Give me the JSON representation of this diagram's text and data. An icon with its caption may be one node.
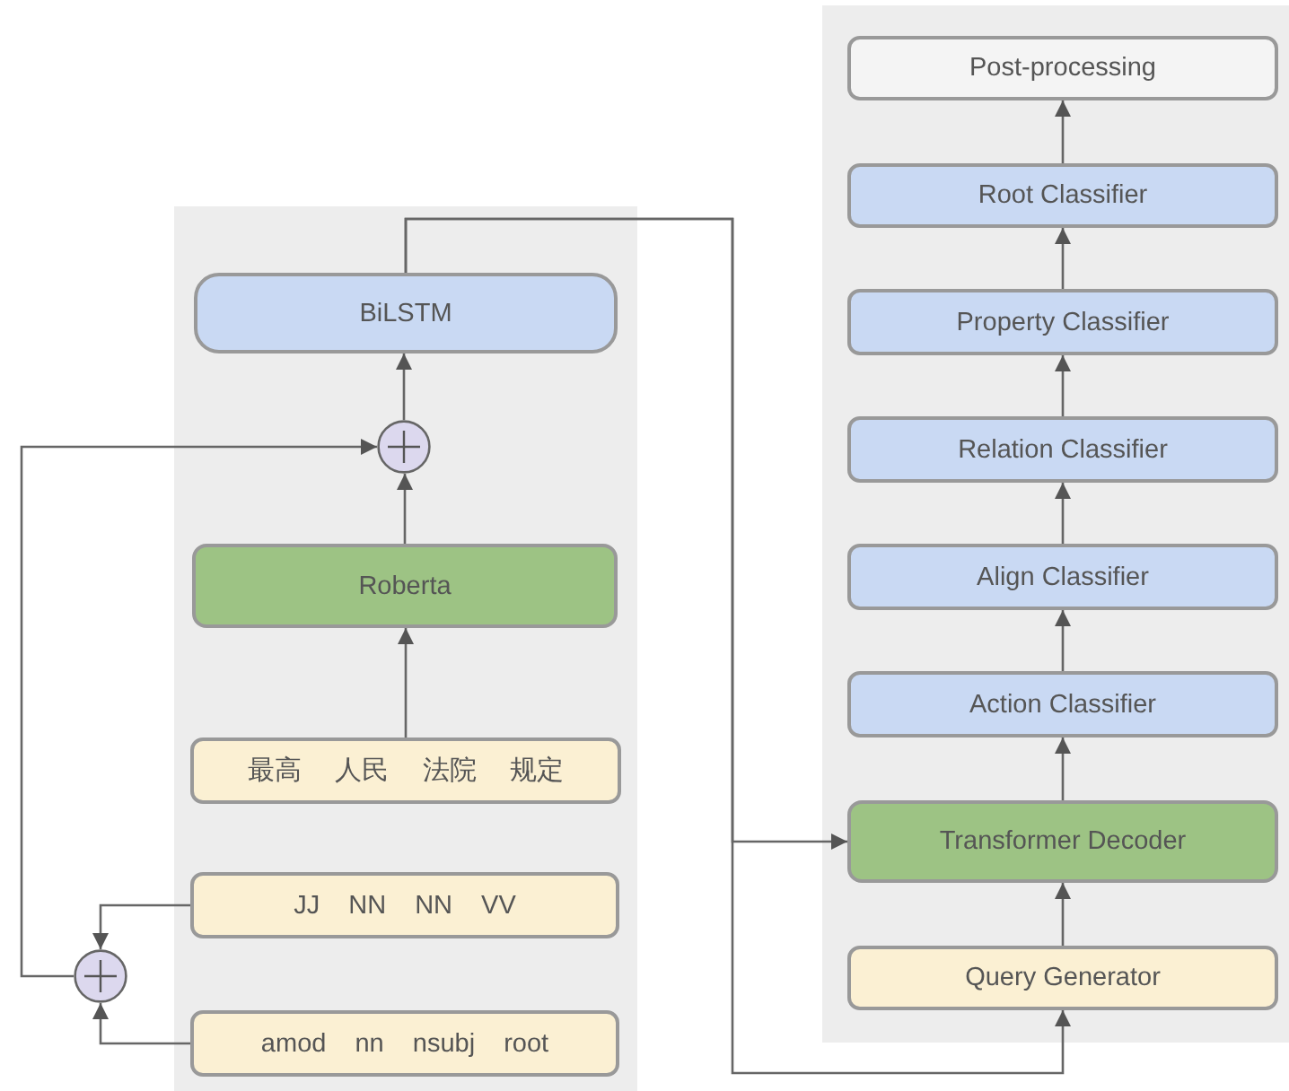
{
  "diagram": {
    "nodes": [
      {
        "text": [],
        "shape": "box"
      },
      {
        "text": [
          "BiLSTM"
        ],
        "in": 0
      },
      {
        "text": [],
        "shape": "circle",
        "in": 0
      },
      {
        "text": [
          "Roberta"
        ],
        "in": 0
      },
      {
        "text": [
          "最高 人民 法院 规定"
        ],
        "in": 0
      },
      {
        "text": [
          "JJ NN NN VV"
        ],
        "in": 0
      },
      {
        "text": [
          "amod nn nsubj root"
        ],
        "in": 0
      },
      {
        "text": [],
        "shape": "circle"
      },
      {
        "text": [],
        "shape": "box"
      },
      {
        "text": [
          "Post-processing"
        ],
        "in": 8
      },
      {
        "text": [
          "Root Classifier"
        ],
        "in": 8
      },
      {
        "text": [
          "Property Classifier"
        ],
        "in": 8
      },
      {
        "text": [
          "Relation Classifier"
        ],
        "in": 8
      },
      {
        "text": [
          "Align Classifier"
        ],
        "in": 8
      },
      {
        "text": [
          "Action Classifier"
        ],
        "in": 8
      },
      {
        "text": [
          "Transformer Decoder"
        ],
        "in": 8
      },
      {
        "text": [
          "Query Generator"
        ],
        "in": 8
      }
    ],
    "edges": [
      {
        "from": 4,
        "to": 3,
        "arrow": "to"
      },
      {
        "from": 3,
        "to": 2,
        "arrow": "to"
      },
      {
        "from": 2,
        "to": 1,
        "arrow": "to"
      },
      {
        "from": 5,
        "to": 7,
        "arrow": "to"
      },
      {
        "from": 6,
        "to": 7,
        "arrow": "to"
      },
      {
        "from": 7,
        "to": 2,
        "arrow": "to"
      },
      {
        "from": 1,
        "to": 15,
        "arrow": "to"
      },
      {
        "from": 1,
        "to": 16,
        "arrow": "to"
      },
      {
        "from": 16,
        "to": 15,
        "arrow": "to"
      },
      {
        "from": 15,
        "to": 14,
        "arrow": "to"
      },
      {
        "from": 14,
        "to": 13,
        "arrow": "to"
      },
      {
        "from": 13,
        "to": 12,
        "arrow": "to"
      },
      {
        "from": 12,
        "to": 11,
        "arrow": "to"
      },
      {
        "from": 11,
        "to": 10,
        "arrow": "to"
      },
      {
        "from": 10,
        "to": 9,
        "arrow": "to"
      }
    ]
  }
}
